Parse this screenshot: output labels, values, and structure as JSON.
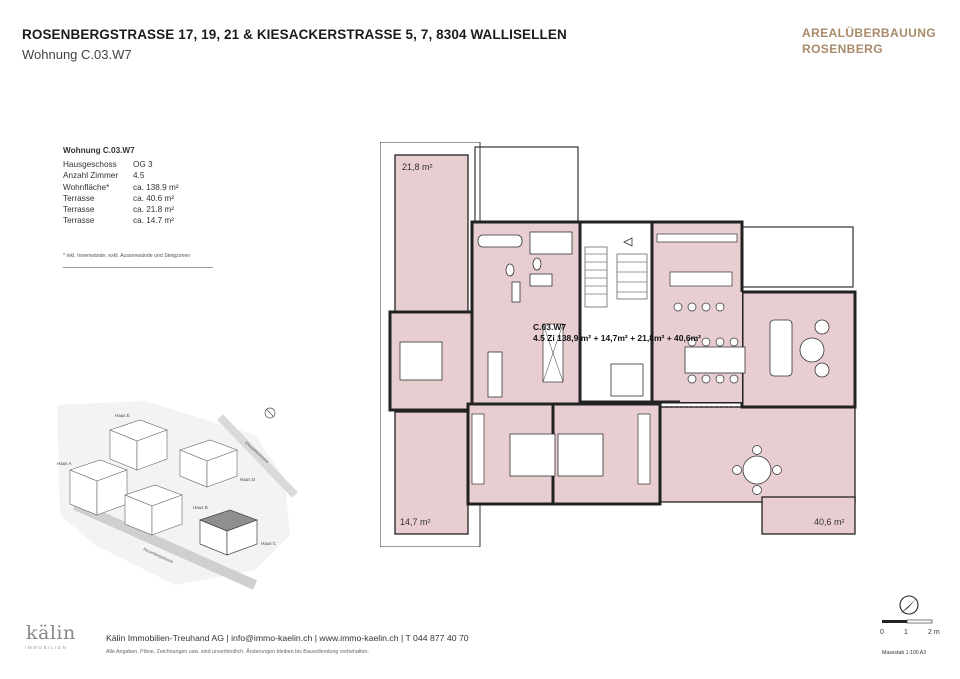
{
  "header": {
    "title": "ROSENBERGSTRASSE 17, 19, 21 & KIESACKERSTRASSE 5, 7, 8304 WALLISELLEN",
    "subtitle": "Wohnung C.03.W7",
    "brand_line1": "AREALÜBERBAUUNG",
    "brand_line2": "ROSENBERG",
    "brand_color": "#a88a6a"
  },
  "facts": {
    "heading": "Wohnung C.03.W7",
    "rows": [
      {
        "label": "Hausgeschoss",
        "value": "OG 3"
      },
      {
        "label": "Anzahl Zimmer",
        "value": "4.5"
      },
      {
        "label": "Wohnfläche*",
        "value": "ca. 138.9 m²"
      },
      {
        "label": "Terrasse",
        "value": "ca. 40.6 m²"
      },
      {
        "label": "Terrasse",
        "value": "ca. 21.8 m²"
      },
      {
        "label": "Terrasse",
        "value": "ca. 14.7 m²"
      }
    ],
    "footnote": "* inkl. Innenwände, exkl. Aussenwände und Steigzonen"
  },
  "siteplan": {
    "labels": {
      "haus_e": "Haus E",
      "haus_a": "Haus A",
      "haus_d": "Haus D",
      "haus_b": "Haus B",
      "haus_c": "Haus C",
      "street_1": "Kiesackerstrasse",
      "street_2": "Rosenbergstrasse"
    }
  },
  "floorplan": {
    "unit_label": "C.03.W7",
    "unit_summary": "4.5 Zi 138,9 m² + 14,7m² + 21,8m² + 40,6m²",
    "terrace_top": "21,8 m²",
    "terrace_left": "14,7 m²",
    "terrace_right": "40,6 m²",
    "room_color": "#e8cdd1",
    "wall_color": "#222222"
  },
  "footer": {
    "logo": "kälin",
    "logo_sub": "IMMOBILIEN",
    "contact": "Kälin Immobilien-Treuhand AG | info@immo-kaelin.ch | www.immo-kaelin.ch | T 044 877 40 70",
    "disclaimer": "Alle Angaben, Pläne, Zeichnungen usw. sind unverbindlich. Änderungen bleiben bis Bauvollendung vorbehalten."
  },
  "scale": {
    "tick_0": "0",
    "tick_1": "1",
    "tick_2": "2 m",
    "text": "Massstab  1:100  A3"
  }
}
